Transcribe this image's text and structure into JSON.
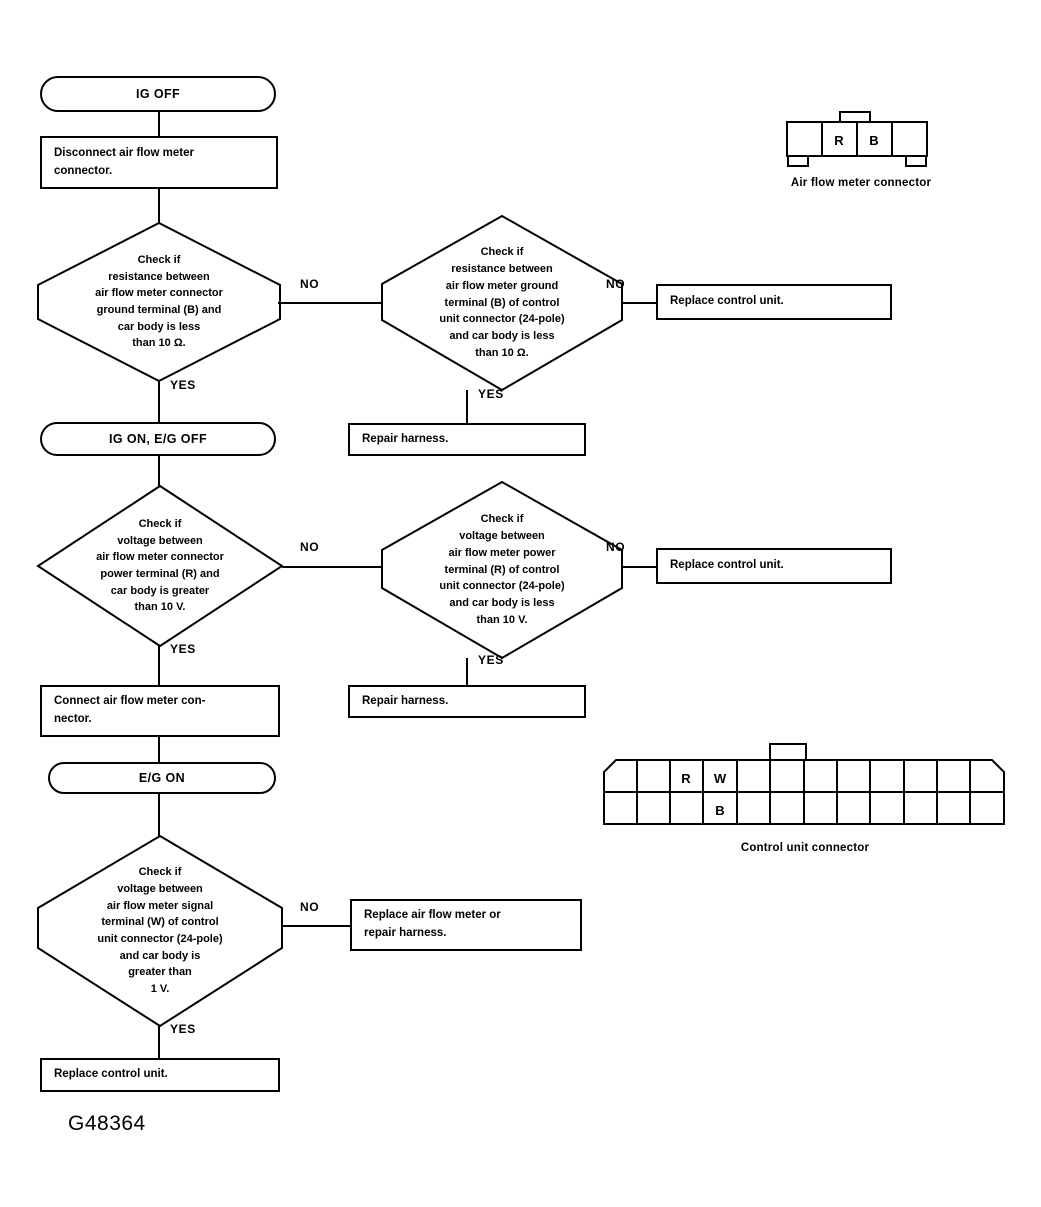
{
  "figure": {
    "id_label": "G48364"
  },
  "flow": {
    "terminators": [
      {
        "name": "ig-off",
        "label": "IG OFF"
      },
      {
        "name": "ig-on-eg-off",
        "label": "IG ON, E/G OFF"
      },
      {
        "name": "eg-on",
        "label": "E/G ON"
      }
    ],
    "processes": [
      {
        "name": "disconnect-air-flow-meter-connector",
        "lines": [
          "Disconnect air flow meter",
          "connector."
        ]
      },
      {
        "name": "replace-control-unit-1",
        "lines": [
          "Replace control unit."
        ]
      },
      {
        "name": "repair-harness-1",
        "lines": [
          "Repair harness."
        ]
      },
      {
        "name": "replace-control-unit-2",
        "lines": [
          "Replace control unit."
        ]
      },
      {
        "name": "connect-air-flow-meter-connector",
        "lines": [
          "Connect air flow meter con-",
          "nector."
        ]
      },
      {
        "name": "repair-harness-2",
        "lines": [
          "Repair harness."
        ]
      },
      {
        "name": "replace-air-flow-meter-or-repair-harness",
        "lines": [
          "Replace air flow meter or",
          "repair harness."
        ]
      },
      {
        "name": "replace-control-unit-3",
        "lines": [
          "Replace control unit."
        ]
      }
    ],
    "decisions": [
      {
        "name": "check-resistance-air-flow-meter-connector-ground",
        "lines": [
          "Check if",
          "resistance between",
          "air flow meter connector",
          "ground terminal (B) and",
          "car body is less",
          "than 10 Ω."
        ]
      },
      {
        "name": "check-resistance-control-unit-ground",
        "lines": [
          "Check if",
          "resistance between",
          "air flow meter ground",
          "terminal (B) of control",
          "unit connector (24-pole)",
          "and car body is less",
          "than 10 Ω."
        ]
      },
      {
        "name": "check-voltage-air-flow-meter-connector-power",
        "lines": [
          "Check if",
          "voltage between",
          "air flow meter connector",
          "power terminal (R) and",
          "car body is greater",
          "than 10 V."
        ]
      },
      {
        "name": "check-voltage-control-unit-power",
        "lines": [
          "Check if",
          "voltage between",
          "air flow meter power",
          "terminal (R) of control",
          "unit connector (24-pole)",
          "and car body is less",
          "than 10 V."
        ]
      },
      {
        "name": "check-voltage-control-unit-signal",
        "lines": [
          "Check if",
          "voltage between",
          "air flow meter signal",
          "terminal (W) of control",
          "unit connector (24-pole)",
          "and car body is",
          "greater than",
          "1 V."
        ]
      }
    ],
    "branch_labels": {
      "no": "NO",
      "yes": "YES"
    }
  },
  "illustrations": {
    "air_flow_meter_connector": {
      "caption": "Air flow meter connector",
      "cell_count": 4,
      "terminal_labels": [
        "",
        "R",
        "B",
        ""
      ]
    },
    "control_unit_connector": {
      "caption": "Control unit connector",
      "columns": 12,
      "rows": 2,
      "top_row_labels": [
        "",
        "",
        "R",
        "W",
        "",
        "",
        "",
        "",
        "",
        "",
        "",
        ""
      ],
      "bottom_row_labels": [
        "",
        "",
        "",
        "B",
        "",
        "",
        "",
        "",
        "",
        "",
        "",
        ""
      ]
    }
  }
}
